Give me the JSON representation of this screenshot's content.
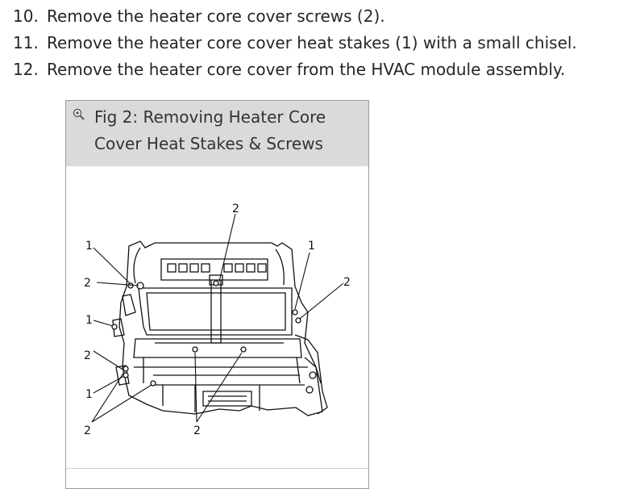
{
  "steps": [
    {
      "number": "10.",
      "text": "Remove the heater core cover screws (2)."
    },
    {
      "number": "11.",
      "text": "Remove the heater core cover heat stakes (1) with a small chisel."
    },
    {
      "number": "12.",
      "text": "Remove the heater core cover from the HVAC module assembly."
    }
  ],
  "figure": {
    "icon": "zoom-in-icon",
    "title_line1": "Fig 2: Removing Heater Core",
    "title_line2": "Cover Heat Stakes & Screws",
    "callouts": {
      "top_screw": "2",
      "left_stake_top": "1",
      "left_screw_upper": "2",
      "left_stake_mid": "1",
      "left_screw_mid": "2",
      "left_stake_low": "1",
      "bottom_left_screws": "2",
      "bottom_center_screws": "2",
      "right_stake": "1",
      "right_screw": "2"
    }
  }
}
